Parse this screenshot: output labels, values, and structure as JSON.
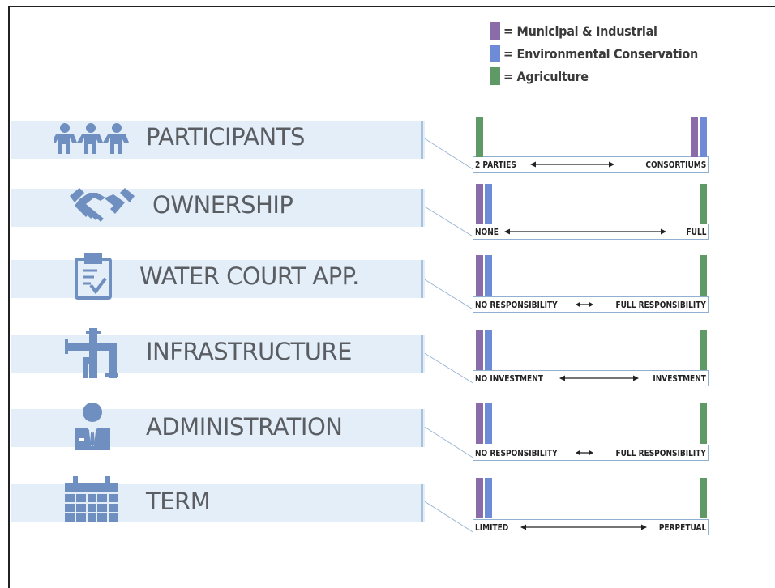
{
  "colors": {
    "municipal": "#8a6da8",
    "environmental": "#6d8bd6",
    "agriculture": "#5f9a66",
    "band": "#e4eef8",
    "icon": "#6f8fc0"
  },
  "legend": [
    {
      "key": "municipal",
      "label": "= Municipal & Industrial"
    },
    {
      "key": "environmental",
      "label": "= Environmental Conservation"
    },
    {
      "key": "agriculture",
      "label": "= Agriculture"
    }
  ],
  "rows": [
    {
      "label": "PARTICIPANTS",
      "icon": "people-icon",
      "scale_left": "2 PARTIES",
      "scale_right": "CONSORTIUMS",
      "positions": {
        "agriculture": 0.0,
        "municipal": 1.0,
        "environmental": 1.0
      }
    },
    {
      "label": "OWNERSHIP",
      "icon": "handshake-icon",
      "scale_left": "NONE",
      "scale_right": "FULL",
      "positions": {
        "municipal": 0.0,
        "environmental": 0.0,
        "agriculture": 1.0
      }
    },
    {
      "label": "WATER COURT APP.",
      "icon": "clipboard-icon",
      "scale_left": "NO RESPONSIBILITY",
      "scale_right": "FULL RESPONSIBILITY",
      "positions": {
        "municipal": 0.0,
        "environmental": 0.0,
        "agriculture": 1.0
      }
    },
    {
      "label": "INFRASTRUCTURE",
      "icon": "pipe-icon",
      "scale_left": "NO INVESTMENT",
      "scale_right": "INVESTMENT",
      "positions": {
        "municipal": 0.0,
        "environmental": 0.0,
        "agriculture": 1.0
      }
    },
    {
      "label": "ADMINISTRATION",
      "icon": "administrator-icon",
      "scale_left": "NO RESPONSIBILITY",
      "scale_right": "FULL RESPONSIBILITY",
      "positions": {
        "municipal": 0.0,
        "environmental": 0.0,
        "agriculture": 1.0
      }
    },
    {
      "label": "TERM",
      "icon": "calendar-icon",
      "scale_left": "LIMITED",
      "scale_right": "PERPETUAL",
      "positions": {
        "municipal": 0.0,
        "environmental": 0.0,
        "agriculture": 1.0
      }
    }
  ]
}
